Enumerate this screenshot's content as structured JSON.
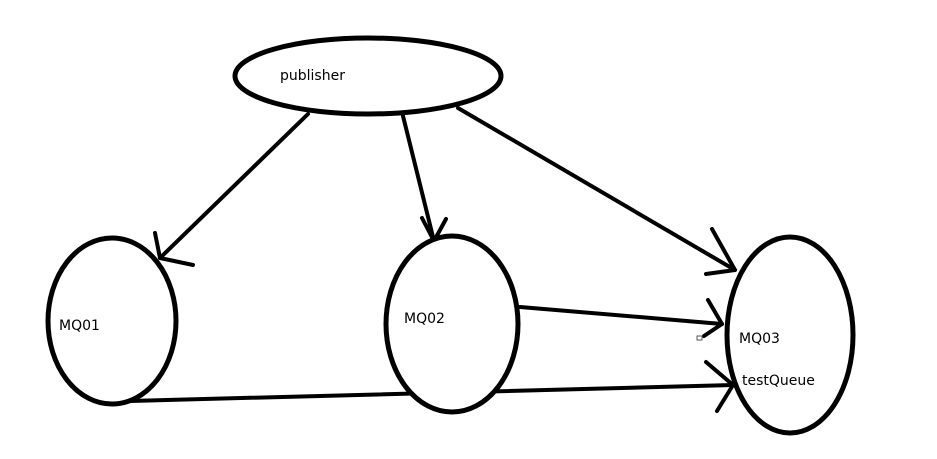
{
  "diagram": {
    "nodes": [
      {
        "id": "publisher",
        "label": "publisher"
      },
      {
        "id": "mq01",
        "label": "MQ01"
      },
      {
        "id": "mq02",
        "label": "MQ02"
      },
      {
        "id": "mq03",
        "label": "MQ03",
        "sublabel": "testQueue"
      }
    ],
    "edges": [
      {
        "from": "publisher",
        "to": "mq01"
      },
      {
        "from": "publisher",
        "to": "mq02"
      },
      {
        "from": "publisher",
        "to": "mq03"
      },
      {
        "from": "mq02",
        "to": "mq03"
      },
      {
        "from": "mq01",
        "to": "mq03"
      }
    ],
    "colors": {
      "stroke": "#000000",
      "background": "#ffffff"
    }
  }
}
